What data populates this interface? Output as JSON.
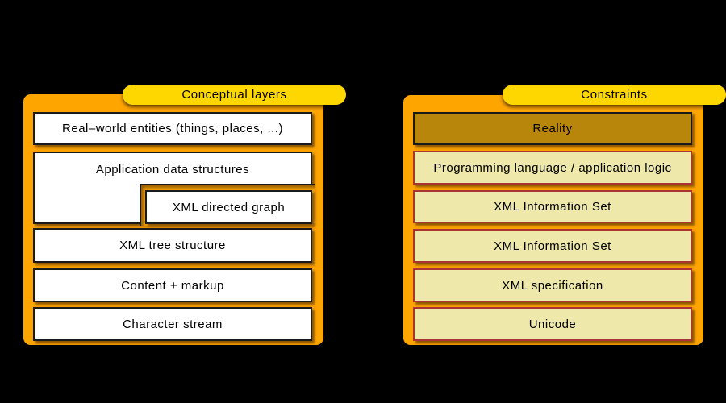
{
  "left_panel": {
    "title": "Conceptual layers",
    "layers": [
      {
        "label": "Real–world entities (things, places, ...)"
      },
      {
        "label": "Application data structures"
      },
      {
        "label": "XML directed graph"
      },
      {
        "label": "XML tree structure"
      },
      {
        "label": "Content + markup"
      },
      {
        "label": "Character stream"
      }
    ]
  },
  "right_panel": {
    "title": "Constraints",
    "constraints": [
      {
        "label": "Reality"
      },
      {
        "label": "Programming language / application logic"
      },
      {
        "label": "XML Information Set"
      },
      {
        "label": "XML Information Set"
      },
      {
        "label": "XML specification"
      },
      {
        "label": "Unicode"
      }
    ]
  },
  "colors": {
    "background": "#000000",
    "panel_orange": "#FFA500",
    "pill_yellow": "#FFD700",
    "box_white": "#FFFFFF",
    "box_cream": "#EEE8AA",
    "box_gold": "#B8860B",
    "cream_border": "#AA3333",
    "box_border": "#1A1A1A",
    "text": "#000000"
  }
}
